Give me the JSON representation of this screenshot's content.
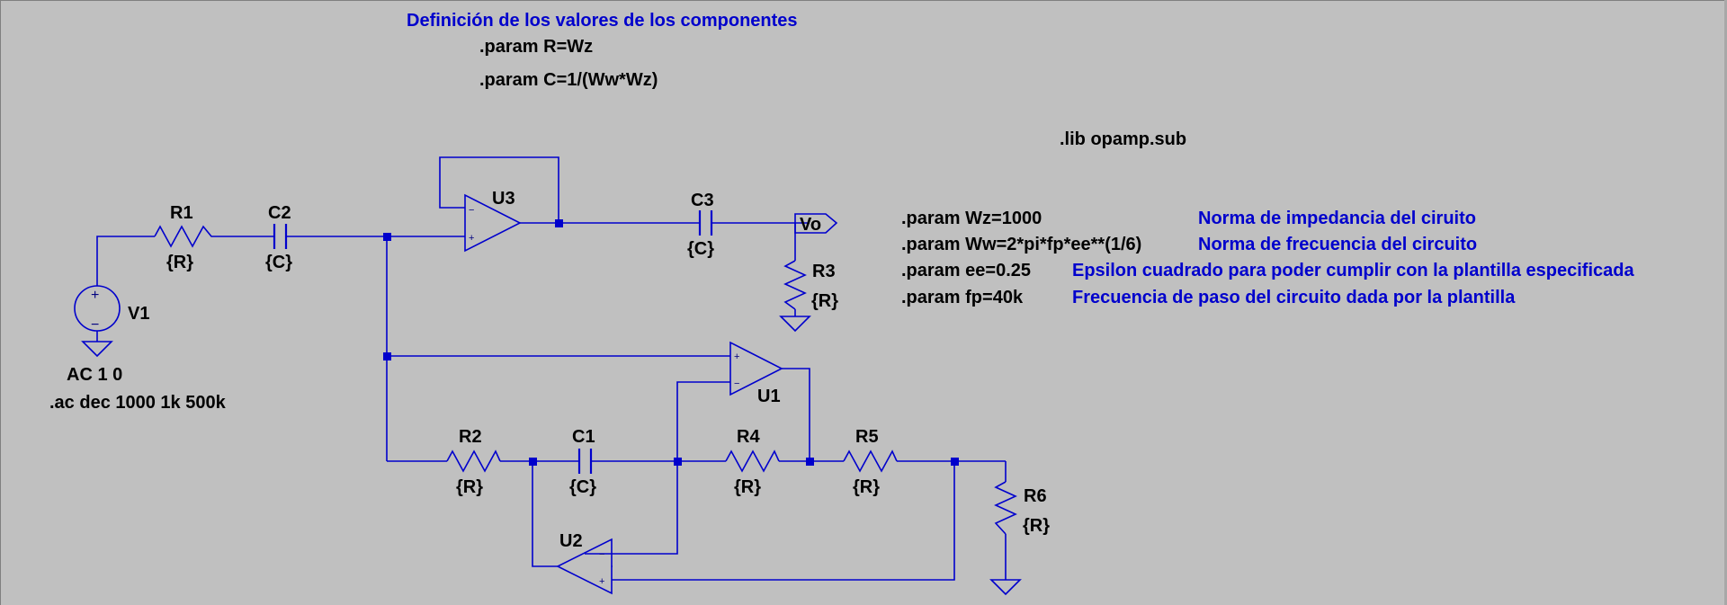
{
  "header": {
    "title": "Definición de los valores de los componentes",
    "param_r": ".param R=Wz",
    "param_c": ".param C=1/(Ww*Wz)"
  },
  "lib": ".lib opamp.sub",
  "parameters": [
    {
      "directive": ".param Wz=1000",
      "comment": "Norma de impedancia del ciruito"
    },
    {
      "directive": ".param Ww=2*pi*fp*ee**(1/6)",
      "comment": "Norma de frecuencia del circuito"
    },
    {
      "directive": ".param ee=0.25",
      "comment": "Epsilon cuadrado para poder cumplir con la plantilla especificada"
    },
    {
      "directive": ".param fp=40k",
      "comment": "Frecuencia de paso del circuito dada por la plantilla"
    }
  ],
  "source": {
    "name": "V1",
    "value": "AC 1 0"
  },
  "analysis": ".ac dec 1000 1k 500k",
  "output_label": "Vo",
  "components": {
    "R1": {
      "name": "R1",
      "value": "{R}"
    },
    "C2": {
      "name": "C2",
      "value": "{C}"
    },
    "C3": {
      "name": "C3",
      "value": "{C}"
    },
    "R3": {
      "name": "R3",
      "value": "{R}"
    },
    "R2": {
      "name": "R2",
      "value": "{R}"
    },
    "C1": {
      "name": "C1",
      "value": "{C}"
    },
    "R4": {
      "name": "R4",
      "value": "{R}"
    },
    "R5": {
      "name": "R5",
      "value": "{R}"
    },
    "R6": {
      "name": "R6",
      "value": "{R}"
    },
    "U1": {
      "name": "U1"
    },
    "U2": {
      "name": "U2"
    },
    "U3": {
      "name": "U3"
    }
  },
  "pin_marks": {
    "plus": "+",
    "minus": "−"
  },
  "colors": {
    "background": "#c0c0c0",
    "wire": "#0000cc",
    "junction": "#0000cc",
    "label": "#000000",
    "comment": "#0000cc"
  }
}
